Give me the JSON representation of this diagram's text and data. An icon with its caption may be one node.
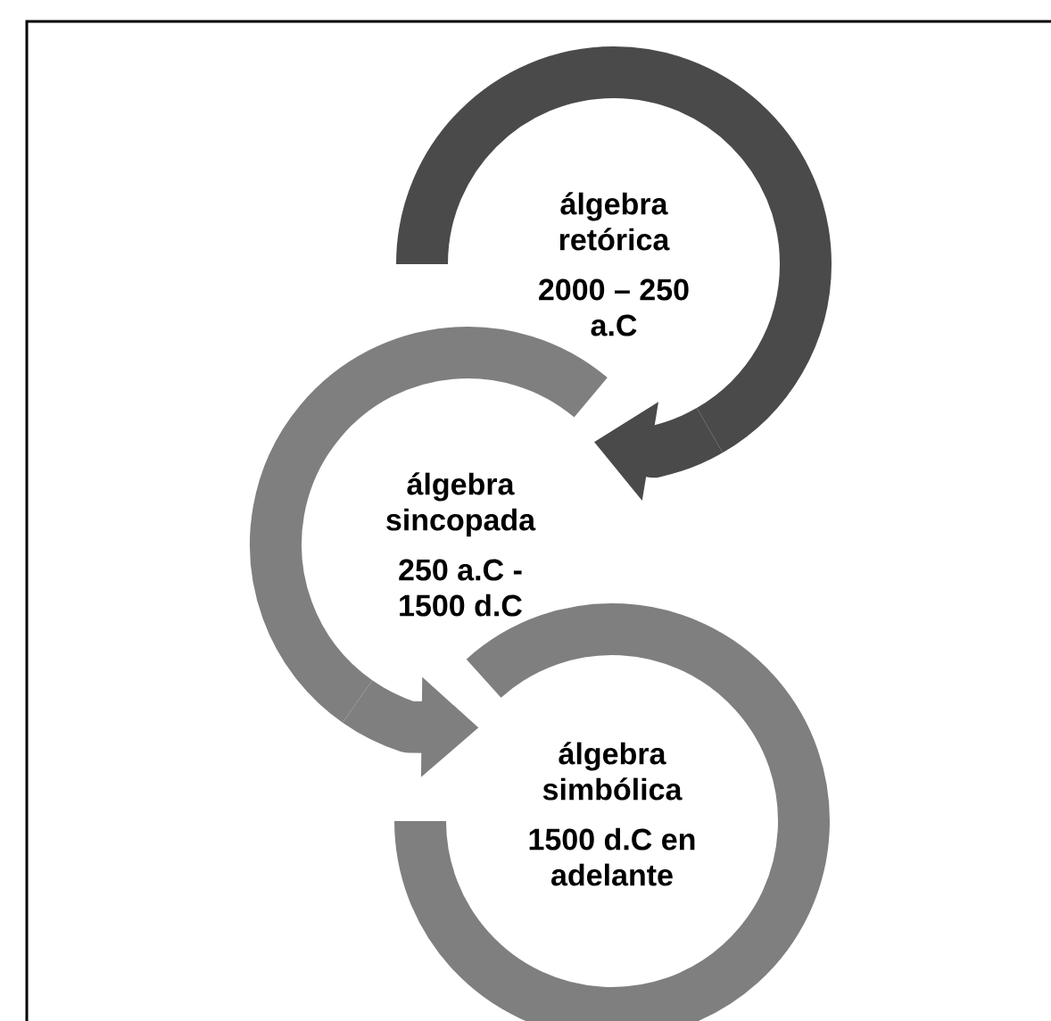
{
  "diagram": {
    "nodes": [
      {
        "text": [
          "álgebra retórica",
          "2000 – 250 a.C"
        ]
      },
      {
        "text": [
          "álgebra sincopada",
          "250 a.C - 1500 d.C"
        ]
      },
      {
        "text": [
          "álgebra simbólica",
          "1500 d.C en adelante"
        ]
      }
    ],
    "edges": [
      {
        "from": 0,
        "to": 1,
        "arrow": "to",
        "color": "#4a4a4a"
      },
      {
        "from": 1,
        "to": 2,
        "arrow": "to",
        "color": "#7f7f7f"
      }
    ]
  }
}
